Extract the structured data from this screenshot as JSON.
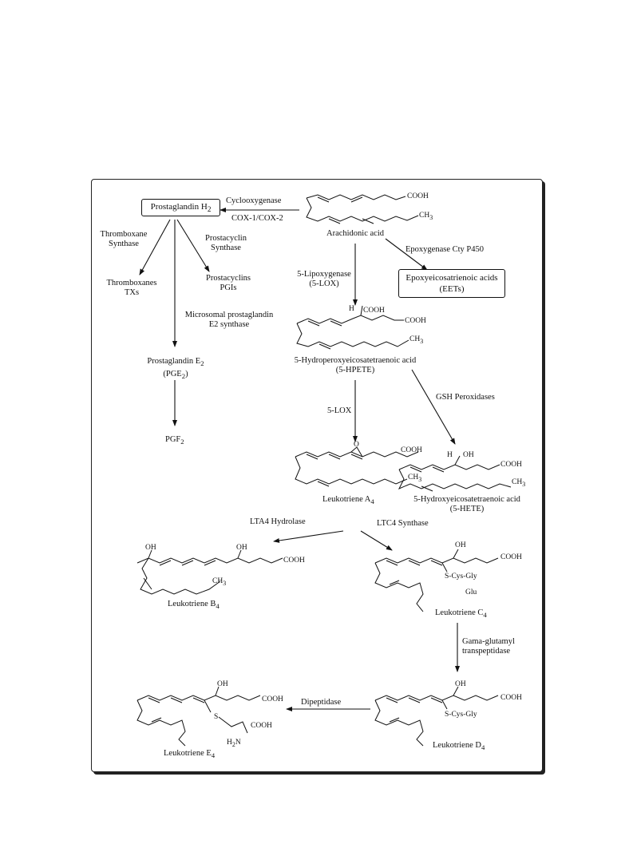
{
  "enzymes": {
    "cyclooxygenase": "Cyclooxygenase",
    "cox": "COX-1/COX-2",
    "thromboxane_synthase_1": "Thromboxane",
    "thromboxane_synthase_2": "Synthase",
    "prostacyclin_synthase_1": "Prostacyclin",
    "prostacyclin_synthase_2": "Synthase",
    "mpges_1": "Microsomal prostaglandin",
    "mpges_2": "E2 synthase",
    "lox_1": "5-Lipoxygenase",
    "lox_2": "(5-LOX)",
    "epoxygenase": "Epoxygenase Cty P450",
    "lox_short": "5-LOX",
    "gsh": "GSH Peroxidases",
    "lta4h": "LTA4 Hydrolase",
    "ltc4s": "LTC4 Synthase",
    "ggt_1": "Gama-glutamyl",
    "ggt_2": "transpeptidase",
    "dipeptidase": "Dipeptidase"
  },
  "compounds": {
    "pgh2": "Prostaglandin H",
    "pgh2_sub": "2",
    "aa": "Arachidonic acid",
    "thromboxanes_1": "Thromboxanes",
    "thromboxanes_2": "TXs",
    "prostacyclins_1": "Prostacyclins",
    "prostacyclins_2": "PGIs",
    "eets_1": "Epoxyeicosatrienoic acids",
    "eets_2": "(EETs)",
    "hpete_1": "5-Hydroperoxyeicosatetraenoic acid",
    "hpete_2": "(5-HPETE)",
    "pge2_1": "Prostaglandin E",
    "pge2_sub": "2",
    "pge2_2a": "(PGE",
    "pge2_2b": ")",
    "pgf2": "PGF",
    "pgf2_sub": "2",
    "lta4": "Leukotriene A",
    "lta4_sub": "4",
    "hete_1": "5-Hydroxyeicosatetraenoic acid",
    "hete_2": "(5-HETE)",
    "ltb4": "Leukotriene B",
    "ltb4_sub": "4",
    "ltc4": "Leukotriene C",
    "ltc4_sub": "4",
    "ltd4": "Leukotriene D",
    "ltd4_sub": "4",
    "lte4": "Leukotriene E",
    "lte4_sub": "4"
  },
  "atoms": {
    "cooh": "COOH",
    "ch3": "CH",
    "ch3_sub": "3",
    "h": "H",
    "oh": "OH",
    "o": "O",
    "s": "S",
    "s_cys_gly": "S-Cys-Gly",
    "glu": "Glu",
    "h2n": "H",
    "h2n_sub": "2",
    "h2n_n": "N"
  }
}
